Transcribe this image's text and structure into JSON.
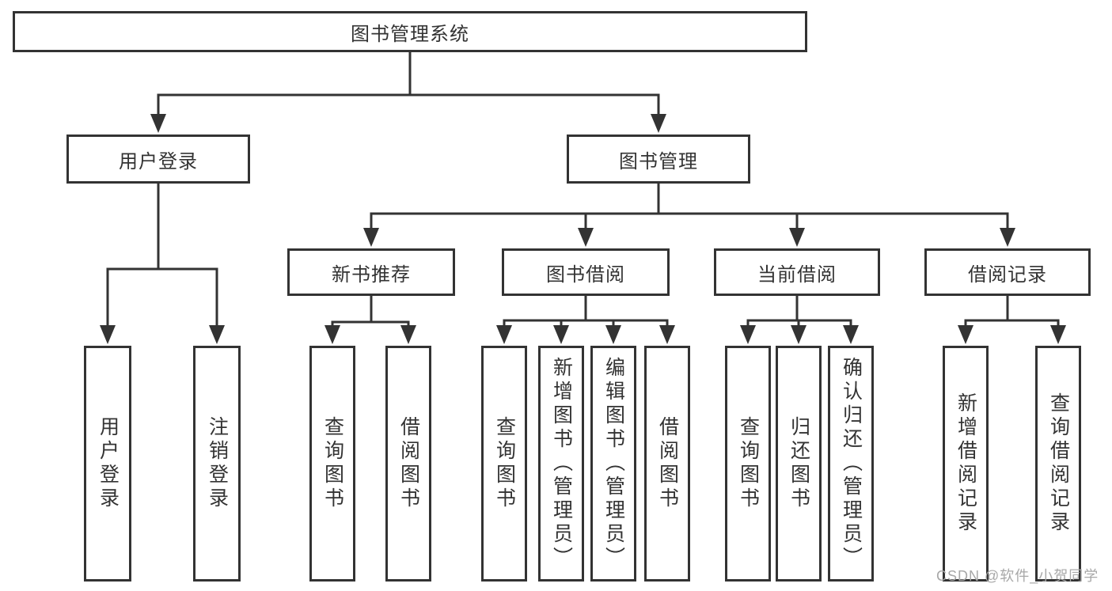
{
  "diagram": {
    "root": {
      "label": "图书管理系统"
    },
    "level2": {
      "user_login": {
        "label": "用户登录"
      },
      "book_management": {
        "label": "图书管理"
      }
    },
    "level3": {
      "new_book_recommend": {
        "label": "新书推荐"
      },
      "book_borrow": {
        "label": "图书借阅"
      },
      "current_borrow": {
        "label": "当前借阅"
      },
      "borrow_records": {
        "label": "借阅记录"
      }
    },
    "leaves": {
      "user_login": {
        "label": "用户登录"
      },
      "logout": {
        "label": "注销登录"
      },
      "nbr_query_books": {
        "label": "查询图书"
      },
      "nbr_borrow_books": {
        "label": "借阅图书"
      },
      "bb_query_books": {
        "label": "查询图书"
      },
      "bb_add_books": {
        "label": "新增图书（管理员）"
      },
      "bb_edit_books": {
        "label": "编辑图书（管理员）"
      },
      "bb_borrow_books": {
        "label": "借阅图书"
      },
      "cb_query_books": {
        "label": "查询图书"
      },
      "cb_return_books": {
        "label": "归还图书"
      },
      "cb_confirm_return": {
        "label": "确认归还（管理员）"
      },
      "br_add_record": {
        "label": "新增借阅记录"
      },
      "br_query_record": {
        "label": "查询借阅记录"
      }
    },
    "watermark": "CSDN @软件_小贺同学",
    "colors": {
      "line": "#333333",
      "box_background": "#ffffff",
      "text": "#333333",
      "watermark": "#a8a8a8"
    }
  }
}
